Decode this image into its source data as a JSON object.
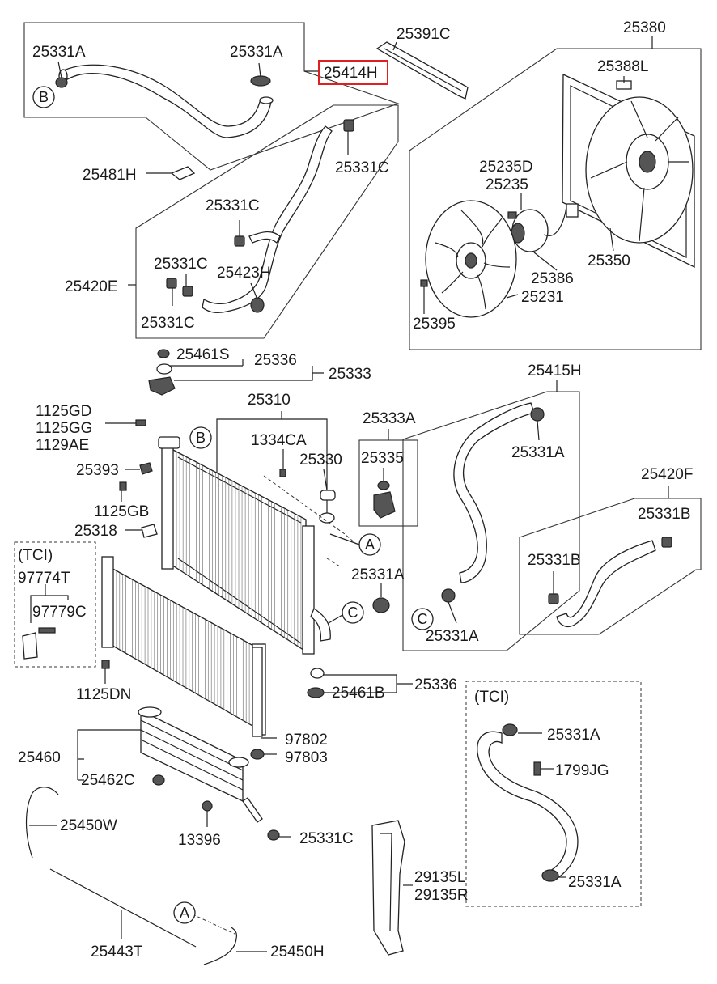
{
  "diagram": {
    "highlight_color": "#e02020",
    "highlighted_label": "25414H",
    "labels": {
      "l25331A_tl": "25331A",
      "l25331A_tr": "25331A",
      "l25414H": "25414H",
      "l25391C": "25391C",
      "l25380": "25380",
      "l25388L": "25388L",
      "l25481H": "25481H",
      "l25331C_a": "25331C",
      "l25331C_b": "25331C",
      "l25331C_c": "25331C",
      "l25423H": "25423H",
      "l25420E": "25420E",
      "l25331C_d": "25331C",
      "l25235D": "25235D",
      "l25235": "25235",
      "l25386": "25386",
      "l25350": "25350",
      "l25231": "25231",
      "l25395": "25395",
      "l25461S": "25461S",
      "l25336_top": "25336",
      "l25333": "25333",
      "l25415H": "25415H",
      "l25310": "25310",
      "l1125GD": "1125GD",
      "l1125GG": "1125GG",
      "l1129AE": "1129AE",
      "l1334CA": "1334CA",
      "l25333A": "25333A",
      "l25335": "25335",
      "l25330": "25330",
      "l25393": "25393",
      "l25331A_r": "25331A",
      "l1125GB": "1125GB",
      "l25420F": "25420F",
      "l25331B_a": "25331B",
      "l25318": "25318",
      "lTCI_left": "(TCI)",
      "l97774T": "97774T",
      "l97779C": "97779C",
      "l25331A_mid": "25331A",
      "l25331B_b": "25331B",
      "l25331A_c": "25331A",
      "l1125DN": "1125DN",
      "l25461B": "25461B",
      "l25336_bot": "25336",
      "lTCI_right": "(TCI)",
      "l25331A_tci1": "25331A",
      "l97802": "97802",
      "l97803": "97803",
      "l25460": "25460",
      "l1799JG": "1799JG",
      "l25462C": "25462C",
      "l25450W": "25450W",
      "l13396": "13396",
      "l25331C_e": "25331C",
      "l29135L": "29135L",
      "l29135R": "29135R",
      "l25331A_tci2": "25331A",
      "l25443T": "25443T",
      "l25450H": "25450H"
    },
    "callouts": {
      "A1": "A",
      "A2": "A",
      "B1": "B",
      "B2": "B",
      "C1": "C",
      "C2": "C"
    }
  }
}
